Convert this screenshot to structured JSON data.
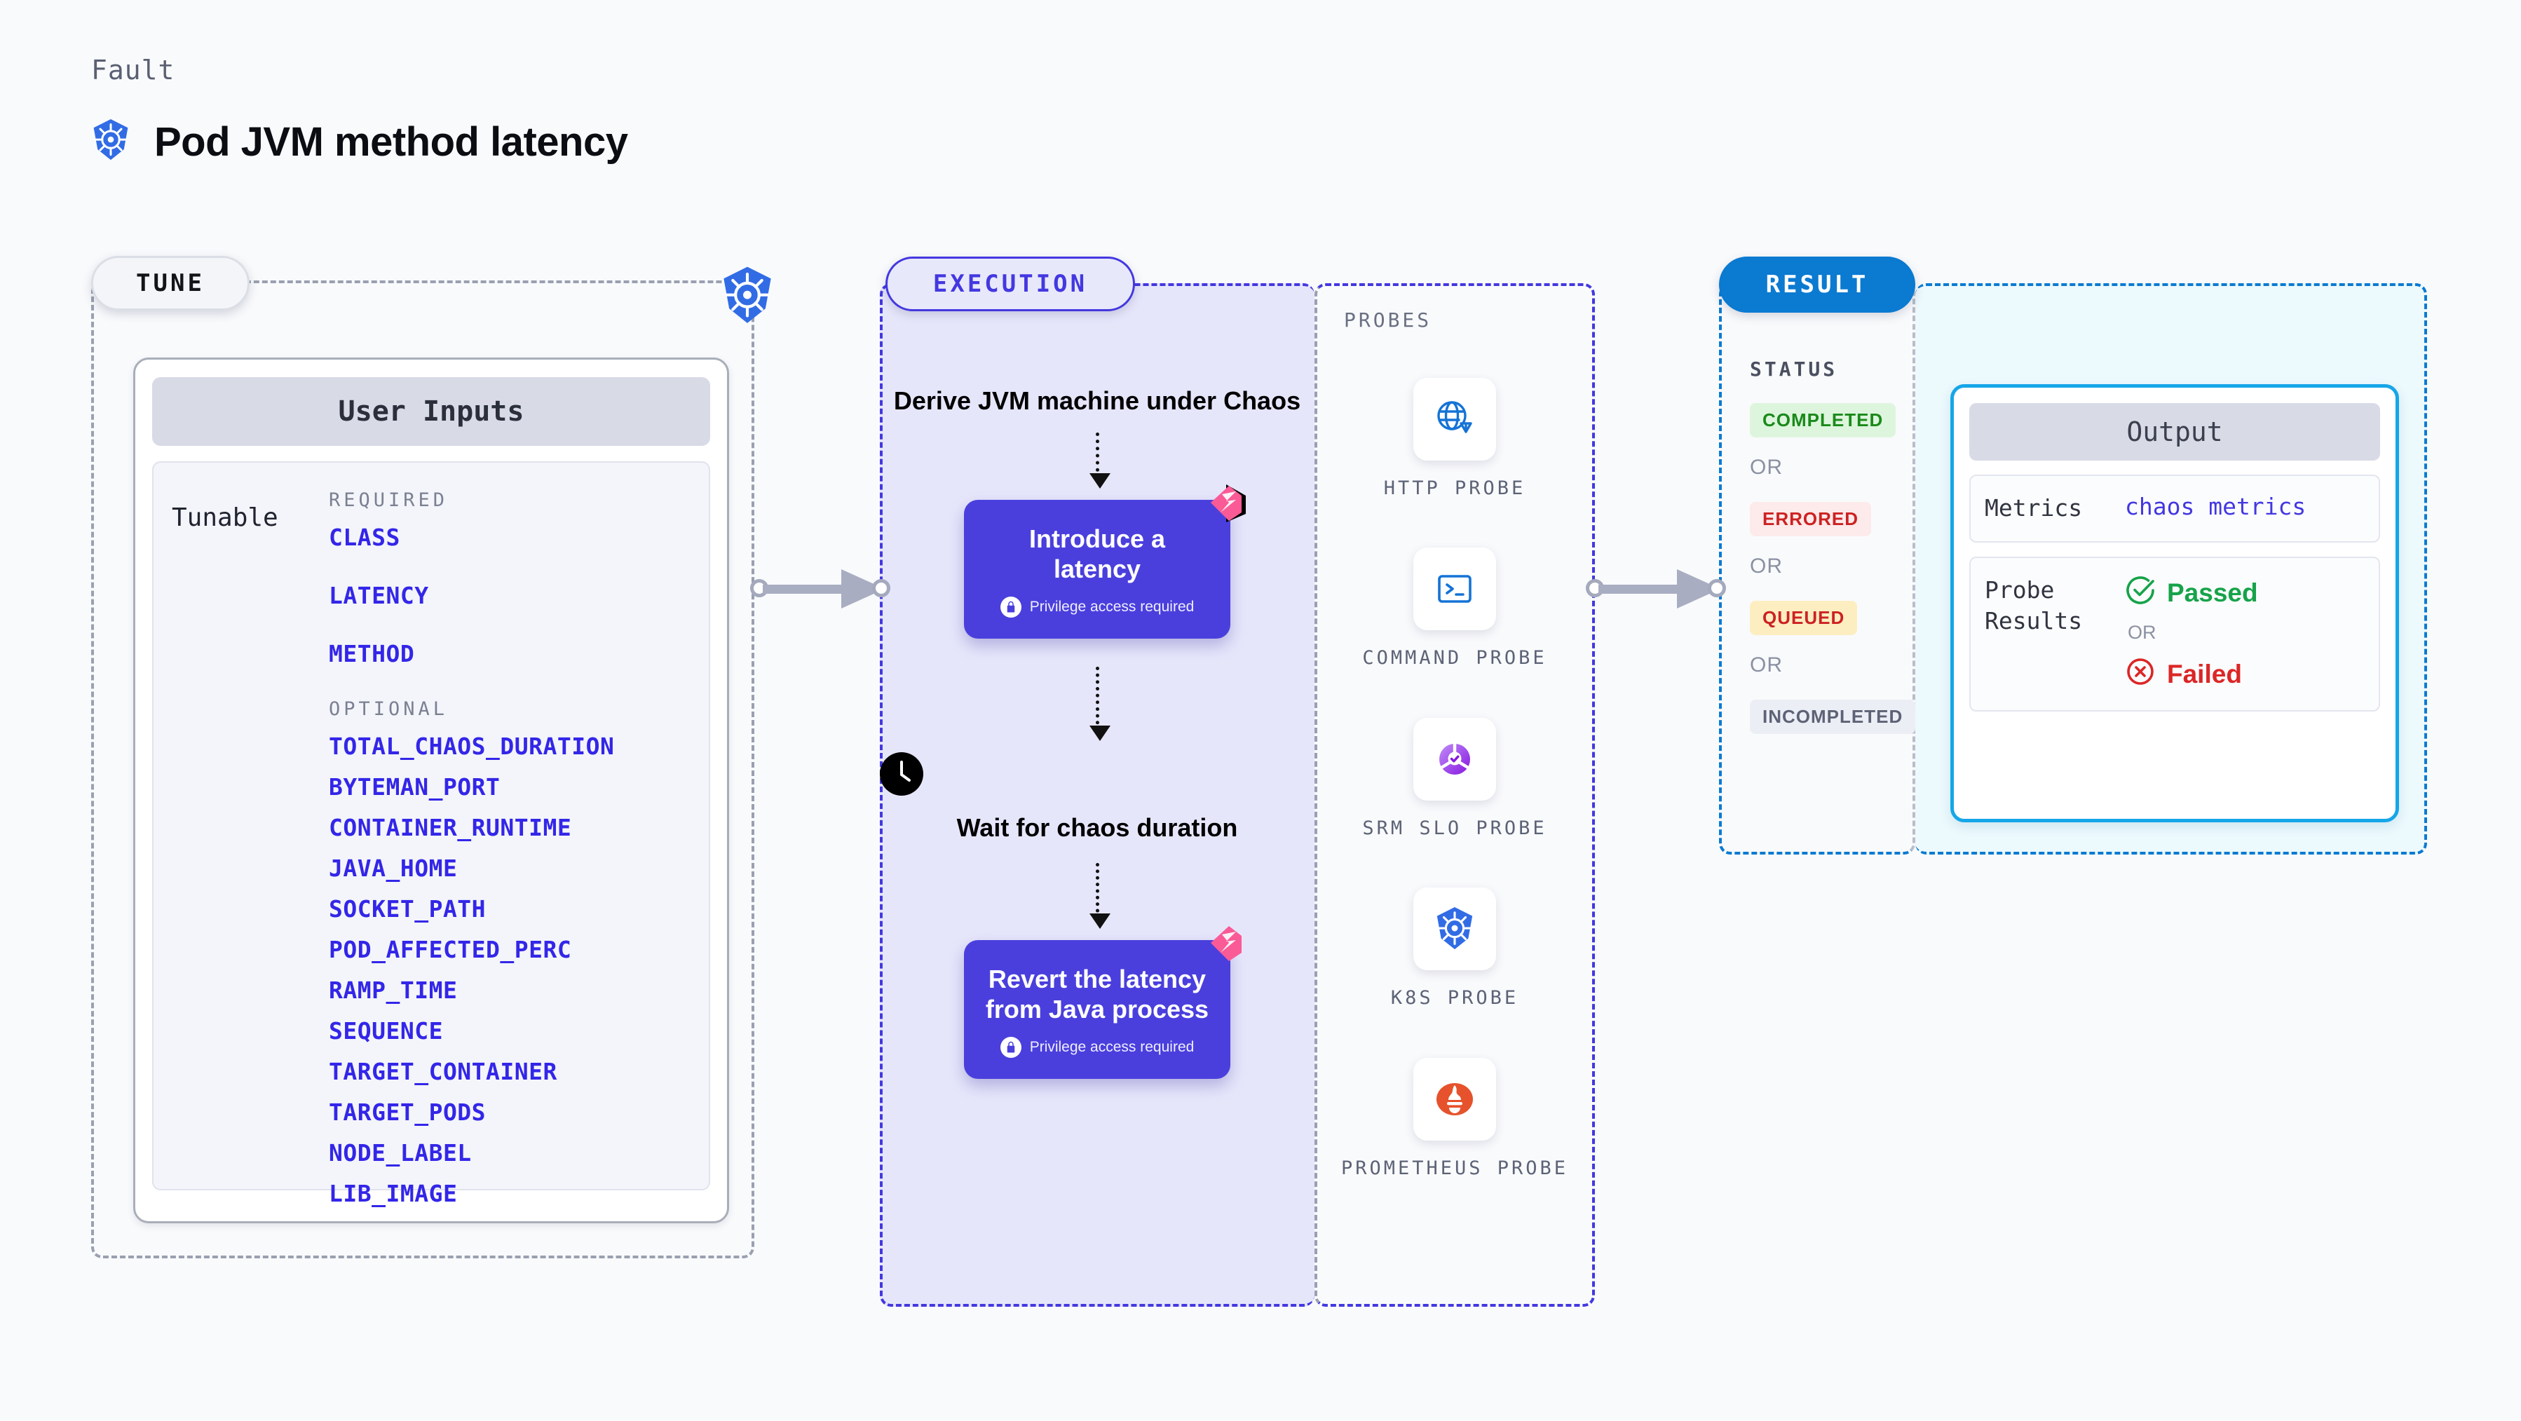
{
  "header": {
    "kicker": "Fault",
    "title": "Pod JVM method latency",
    "icon": "kubernetes-icon"
  },
  "tune": {
    "pill_label": "TUNE",
    "badge_icon": "kubernetes-icon",
    "card_title": "User Inputs",
    "tunable_label": "Tunable",
    "required_label": "REQUIRED",
    "optional_label": "OPTIONAL",
    "required": [
      "CLASS",
      "LATENCY",
      "METHOD"
    ],
    "optional": [
      "TOTAL_CHAOS_DURATION",
      "BYTEMAN_PORT",
      "CONTAINER_RUNTIME",
      "JAVA_HOME",
      "SOCKET_PATH",
      "POD_AFFECTED_PERC",
      "RAMP_TIME",
      "SEQUENCE",
      "TARGET_CONTAINER",
      "TARGET_PODS",
      "NODE_LABEL",
      "LIB_IMAGE"
    ],
    "param_color": "#3326e8"
  },
  "execution": {
    "pill_label": "EXECUTION",
    "step_1_text": "Derive JVM machine under Chaos",
    "card_1": {
      "title": "Introduce a latency",
      "note": "Privilege access required",
      "lock_icon": "lock-icon",
      "corner_icon": "litmus-logo-icon"
    },
    "wait_text": "Wait for chaos duration",
    "wait_icon": "clock-icon",
    "card_2": {
      "title": "Revert the latency from Java process",
      "note": "Privilege access required",
      "lock_icon": "lock-icon",
      "corner_icon": "litmus-logo-icon"
    },
    "accent_color": "#4a3fdd",
    "panel_bg": "#e6e6fb"
  },
  "probes": {
    "title": "PROBES",
    "items": [
      {
        "label": "HTTP PROBE",
        "icon": "globe-warning-icon"
      },
      {
        "label": "COMMAND PROBE",
        "icon": "terminal-icon"
      },
      {
        "label": "SRM SLO PROBE",
        "icon": "srm-slo-icon"
      },
      {
        "label": "K8S PROBE",
        "icon": "kubernetes-icon"
      },
      {
        "label": "PROMETHEUS PROBE",
        "icon": "prometheus-icon"
      }
    ]
  },
  "result": {
    "pill_label": "RESULT",
    "status_title": "STATUS",
    "or_label": "OR",
    "statuses": [
      {
        "label": "COMPLETED",
        "bg": "#ddf5dd",
        "fg": "#1a8a1a"
      },
      {
        "label": "ERRORED",
        "bg": "#fdeaea",
        "fg": "#cc2222"
      },
      {
        "label": "QUEUED",
        "bg": "#fdeec2",
        "fg": "#cc2222"
      },
      {
        "label": "INCOMPLETED",
        "bg": "#eceef5",
        "fg": "#5d6376"
      }
    ],
    "pill_color": "#0b7ad1"
  },
  "output": {
    "card_title": "Output",
    "metrics_key": "Metrics",
    "metrics_value": "chaos metrics",
    "probe_results_key": "Probe Results",
    "passed_label": "Passed",
    "failed_label": "Failed",
    "or_label": "OR",
    "passed_icon": "check-circle-icon",
    "failed_icon": "x-circle-icon",
    "border_color": "#16a6e8"
  }
}
